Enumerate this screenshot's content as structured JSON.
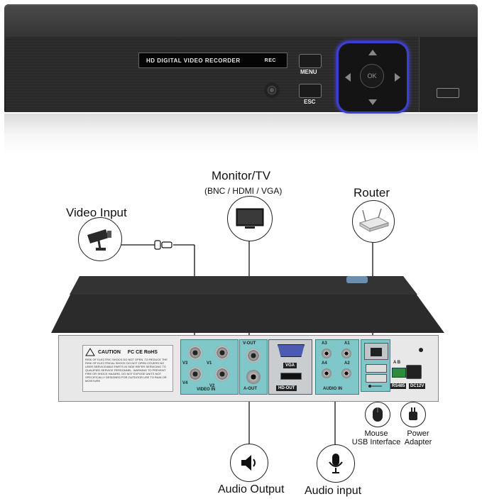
{
  "front_panel": {
    "lcd_text": "HD DIGITAL VIDEO RECORDER",
    "rec_label": "REC",
    "menu_label": "MENU",
    "esc_label": "ESC",
    "ok_label": "OK"
  },
  "labels": {
    "monitor_title": "Monitor/TV",
    "monitor_sub": "(BNC / HDMI / VGA)",
    "video_input": "Video Input",
    "router": "Router",
    "mouse_line1": "Mouse",
    "mouse_line2": "USB Interface",
    "power_line1": "Power",
    "power_line2": "Adapter",
    "audio_output": "Audio Output",
    "audio_input": "Audio input"
  },
  "back_panel": {
    "caution": "CAUTION",
    "caution_text": "RISK OF ELECTRIC SHOCK DO NOT OPEN. TO REDUCE THE RISK OF ELECTRICAL SHOCK DO NOT OPEN COVERS NO USER SERVICEABLE PARTS IN SIDE REFER SERVICING TO QUALIFIED SERVICE PERSONNEL. WARNING TO PREVENT FIRE OR SHOCK HAZARD, DO NOT EXPOSE UNITS NOT SPECIFICALLY DESIGNED FOR OUTDOOR USE TO RAIN OR MOISTURE",
    "video_in": "VIDEO IN",
    "v1": "V1",
    "v2": "V2",
    "v3": "V3",
    "v4": "V4",
    "v_out": "V-OUT",
    "a_out": "A-OUT",
    "vga": "VGA",
    "hd_out": "HD-OUT",
    "audio_in": "AUDIO IN",
    "a1": "A1",
    "a2": "A2",
    "a3": "A3",
    "a4": "A4",
    "rs485": "RS485",
    "dc12v": "DC12V",
    "a_b": "A  B"
  }
}
